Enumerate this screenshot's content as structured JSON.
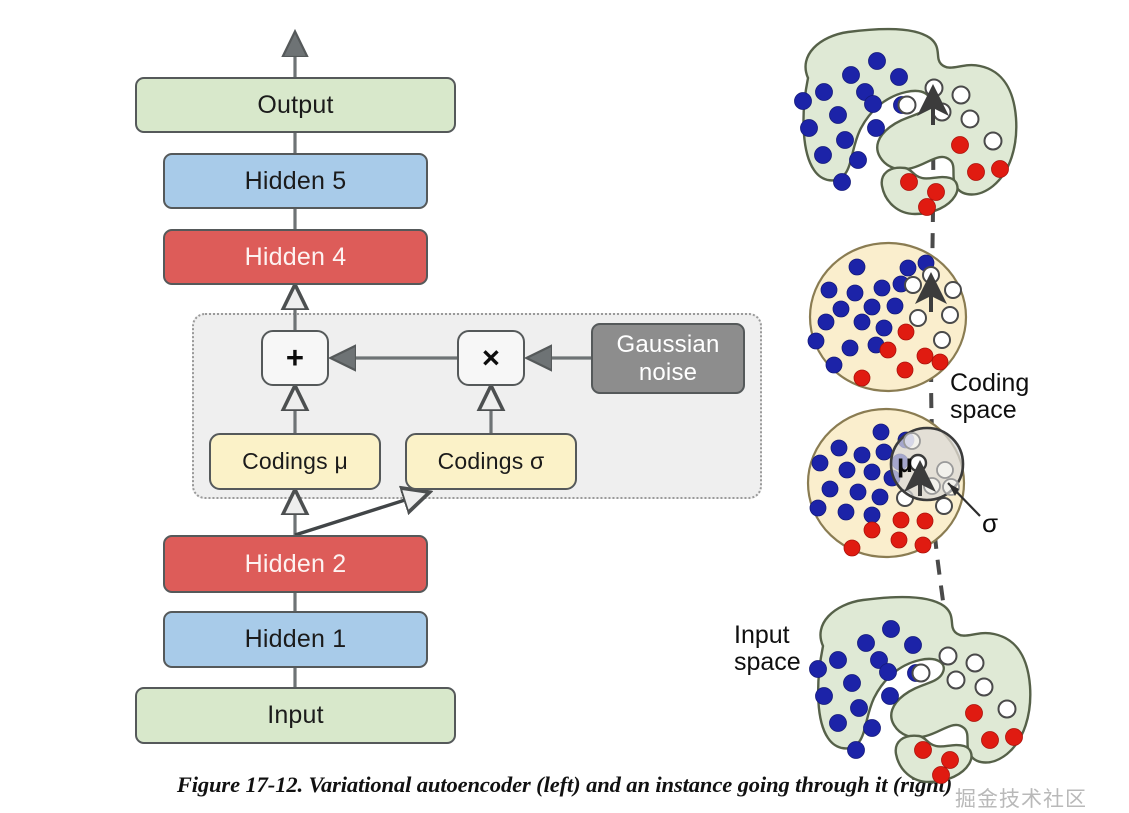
{
  "figure": {
    "caption": "Figure 17-12. Variational autoencoder (left) and an instance going through it (right)",
    "watermark": "掘金技术社区"
  },
  "left_diagram": {
    "title": "Variational autoencoder",
    "nodes": [
      {
        "id": "output",
        "label": "Output",
        "color": "#d8e8cb",
        "kind": "layer"
      },
      {
        "id": "hidden5",
        "label": "Hidden 5",
        "color": "#a8cbe9",
        "kind": "layer"
      },
      {
        "id": "hidden4",
        "label": "Hidden 4",
        "color": "#dd5c59",
        "kind": "layer"
      },
      {
        "id": "plus",
        "label": "+",
        "color": "#f7f7f7",
        "kind": "operator"
      },
      {
        "id": "times",
        "label": "×",
        "color": "#f7f7f7",
        "kind": "operator"
      },
      {
        "id": "noise",
        "label": "Gaussian noise",
        "color": "#8d8d8d",
        "kind": "source"
      },
      {
        "id": "codingsmu",
        "label": "Codings μ",
        "color": "#fbf2c8",
        "kind": "layer"
      },
      {
        "id": "codingssigma",
        "label": "Codings σ",
        "color": "#fbf2c8",
        "kind": "layer"
      },
      {
        "id": "hidden2",
        "label": "Hidden 2",
        "color": "#dd5c59",
        "kind": "layer"
      },
      {
        "id": "hidden1",
        "label": "Hidden 1",
        "color": "#a8cbe9",
        "kind": "layer"
      },
      {
        "id": "input",
        "label": "Input",
        "color": "#d8e8cb",
        "kind": "layer"
      }
    ],
    "noise_line1": "Gaussian",
    "noise_line2": "noise"
  },
  "right_diagram": {
    "labels": {
      "coding_space_line1": "Coding",
      "coding_space_line2": "space",
      "input_space_line1": "Input",
      "input_space_line2": "space",
      "mu": "μ",
      "sigma": "σ"
    },
    "colors": {
      "input_space_fill": "#dfe9d5",
      "coding_space_fill": "#faeecd",
      "class_a": "#1c23a8",
      "class_b": "#e01b11",
      "unlabeled": "#ffffff",
      "outline": "#4c5a46",
      "trajectory": "#4a4a4a"
    },
    "regions": [
      {
        "id": "reconstruction-space",
        "shape": "crescent",
        "fill": "#dfe9d5",
        "role": "output (reconstructed) input space"
      },
      {
        "id": "coding-space-upper",
        "shape": "ellipse",
        "fill": "#faeecd",
        "role": "coding space after sampling"
      },
      {
        "id": "coding-space-lower",
        "shape": "ellipse",
        "fill": "#faeecd",
        "role": "coding space with mu and sigma"
      },
      {
        "id": "input-space",
        "shape": "crescent",
        "fill": "#dfe9d5",
        "role": "input space"
      }
    ]
  }
}
